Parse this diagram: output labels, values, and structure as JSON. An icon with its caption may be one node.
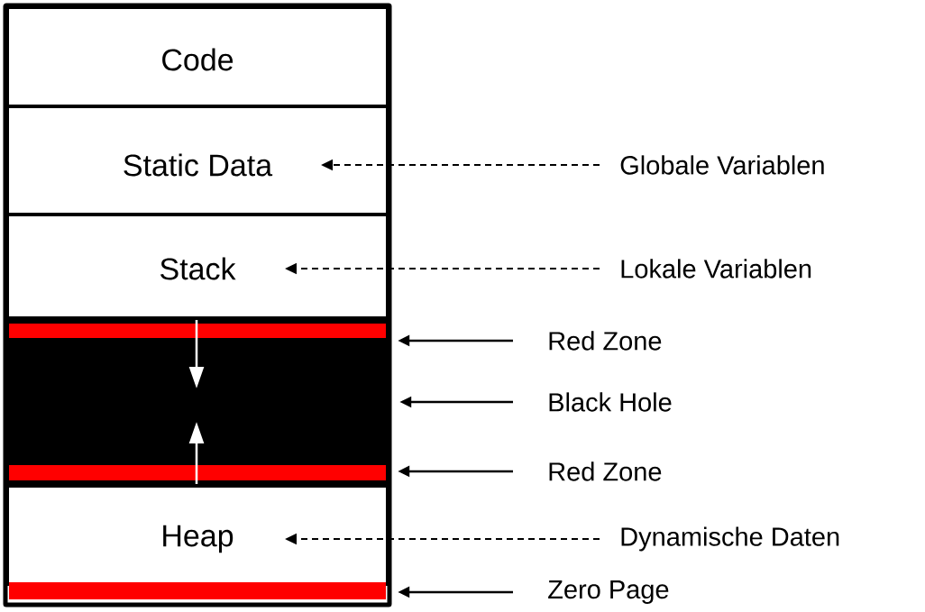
{
  "diagram": {
    "nodes": [
      {
        "text": [
          "Code"
        ]
      },
      {
        "text": [
          "Static Data"
        ]
      },
      {
        "text": [
          "Stack"
        ]
      },
      {
        "text": [],
        "shape": "bar"
      },
      {
        "text": [],
        "shape": "bar",
        "in": 3
      },
      {
        "text": [],
        "shape": "bar",
        "in": 3
      },
      {
        "text": [
          "Heap"
        ]
      },
      {
        "text": [],
        "shape": "bar"
      },
      {
        "text": [
          "Globale Variablen"
        ]
      },
      {
        "text": [
          "Lokale Variablen"
        ]
      },
      {
        "text": [
          "Red Zone"
        ]
      },
      {
        "text": [
          "Black Hole"
        ]
      },
      {
        "text": [
          "Red Zone"
        ]
      },
      {
        "text": [
          "Dynamische Daten"
        ]
      },
      {
        "text": [
          "Zero Page"
        ]
      }
    ],
    "edges": [
      {
        "from": 8,
        "to": 1,
        "arrow": "to",
        "style": "dashed"
      },
      {
        "from": 9,
        "to": 2,
        "arrow": "to",
        "style": "dashed"
      },
      {
        "from": 10,
        "to": 4,
        "arrow": "to"
      },
      {
        "from": 11,
        "to": 3,
        "arrow": "to"
      },
      {
        "from": 12,
        "to": 5,
        "arrow": "to"
      },
      {
        "from": 13,
        "to": 6,
        "arrow": "to",
        "style": "dashed"
      },
      {
        "from": 14,
        "to": 7,
        "arrow": "to"
      }
    ]
  }
}
